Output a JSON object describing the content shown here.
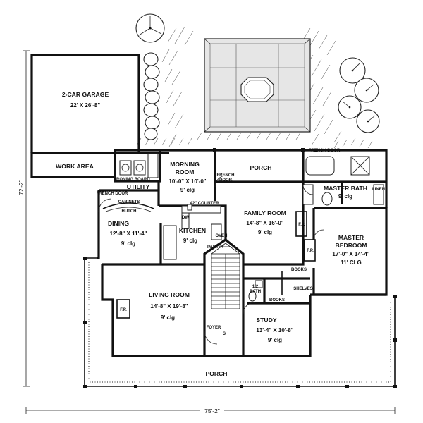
{
  "rooms": {
    "garage": {
      "name": "2-CAR GARAGE",
      "size": "22' X 26'-8\""
    },
    "work_area": {
      "name": "WORK AREA"
    },
    "morning_room": {
      "name1": "MORNING",
      "name2": "ROOM",
      "size": "10'-0\" X 10'-0\"",
      "clg": "9' clg"
    },
    "utility": {
      "name": "UTILITY",
      "ironing": "IRONING BOARD"
    },
    "porch_rear": {
      "name": "PORCH"
    },
    "french_door_mid": {
      "line1": "FRENCH",
      "line2": "DOOR"
    },
    "french_door_left": {
      "name": "FRENCH DOOR"
    },
    "french_door_right": {
      "name": "FRENCH DOOR"
    },
    "family_room": {
      "name": "FAMILY ROOM",
      "size": "14'-8\" X 16'-0\"",
      "clg": "9' clg"
    },
    "master_bath": {
      "name": "MASTER BATH",
      "clg": "9' clg",
      "linen": "LINEN"
    },
    "master_bedroom": {
      "name1": "MASTER",
      "name2": "BEDROOM",
      "size": "17'-0\" X 14'-4\"",
      "clg": "11' CLG"
    },
    "dining": {
      "name": "DINING",
      "size": "12'-8\" X 11'-4\"",
      "clg": "9' clg",
      "cabinets": "CABINETS",
      "hutch": "HUTCH"
    },
    "kitchen": {
      "name": "KITCHEN",
      "clg": "9' clg",
      "counter": "42\" COUNTER",
      "dw": "DW",
      "pantry": "PANTRY",
      "oven": "OVEN"
    },
    "living_room": {
      "name": "LIVING ROOM",
      "size": "14'-8\" X 19'-8\"",
      "clg": "9' clg",
      "fp": "F.P."
    },
    "foyer": {
      "name": "FOYER"
    },
    "half_bath": {
      "line1": "1/2",
      "line2": "BATH"
    },
    "study": {
      "name": "STUDY",
      "size": "13'-4\" X 10'-8\"",
      "clg": "9' clg"
    },
    "books_upper": {
      "name": "BOOKS"
    },
    "books_lower": {
      "name": "BOOKS"
    },
    "shelves": {
      "name": "SHELVES"
    },
    "porch_front": {
      "name": "PORCH"
    },
    "fp_family": {
      "name": "F.P."
    },
    "fp_bedroom": {
      "name": "F.P."
    },
    "sw": {
      "name": "S"
    }
  },
  "dimensions": {
    "width": "75'-2\"",
    "depth": "72'-2\""
  }
}
